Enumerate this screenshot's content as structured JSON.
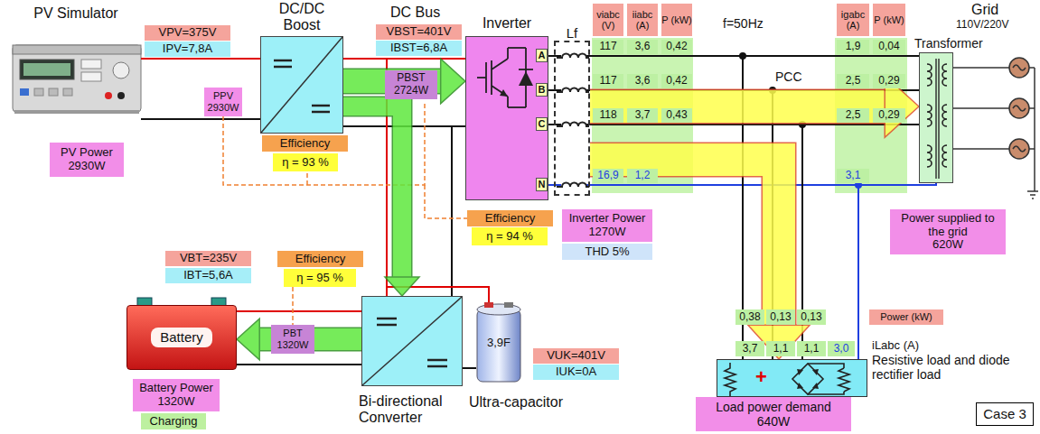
{
  "diagram": {
    "nodes": [
      {
        "text": [
          "PV Simulator"
        ]
      },
      {
        "text": [
          "VPV=375V"
        ]
      },
      {
        "text": [
          "IPV=7,8A"
        ]
      },
      {
        "text": [
          "PPV",
          "2930W"
        ]
      },
      {
        "text": [
          "PV Power",
          "2930W"
        ]
      },
      {
        "text": [
          "DC/DC Boost"
        ]
      },
      {
        "text": [
          "Efficiency"
        ]
      },
      {
        "text": [
          "η = 93 %"
        ]
      },
      {
        "text": [
          "VBST=401V"
        ]
      },
      {
        "text": [
          "IBST=6,8A"
        ]
      },
      {
        "text": [
          "PBST",
          "2724W"
        ]
      },
      {
        "text": [
          "Inverter"
        ]
      },
      {
        "text": [
          "A"
        ],
        "in": 11
      },
      {
        "text": [
          "B"
        ],
        "in": 11
      },
      {
        "text": [
          "C"
        ],
        "in": 11
      },
      {
        "text": [
          "N"
        ],
        "in": 11
      },
      {
        "text": [
          "Efficiency"
        ]
      },
      {
        "text": [
          "η = 94 %"
        ]
      },
      {
        "text": [
          "Inverter Power",
          "1270W"
        ]
      },
      {
        "text": [
          "THD 5%"
        ]
      },
      {
        "text": [
          "Lf"
        ]
      },
      {
        "text": [
          "Transformer"
        ]
      },
      {
        "text": [
          "Power supplied to the grid",
          "620W"
        ]
      },
      {
        "text": [
          "+",
          "Resistive load and diode rectifier load"
        ]
      },
      {
        "text": [
          "Load power demand",
          "640W"
        ]
      },
      {
        "text": [
          "Case 3"
        ]
      },
      {
        "text": [
          "VBT=235V"
        ]
      },
      {
        "text": [
          "IBT=5,6A"
        ]
      },
      {
        "text": [
          "Efficiency"
        ]
      },
      {
        "text": [
          "η = 95 %"
        ]
      },
      {
        "text": [
          "PBT",
          "1320W"
        ]
      },
      {
        "text": [
          "Battery"
        ]
      },
      {
        "text": [
          "Battery Power",
          "1320W"
        ]
      },
      {
        "text": [
          "Charging"
        ]
      },
      {
        "text": [
          "Bi-directional Converter"
        ]
      },
      {
        "text": [
          "3,9F",
          "Ultra-capacitor"
        ]
      },
      {
        "text": [
          "VUK=401V"
        ]
      },
      {
        "text": [
          "IUK=0A"
        ]
      }
    ],
    "edges": [
      {
        "from": 0,
        "to": 5,
        "arrow": "none"
      },
      {
        "from": 5,
        "to": 11,
        "arrow": "to"
      },
      {
        "from": 5,
        "to": 34,
        "arrow": "to"
      },
      {
        "from": 34,
        "to": 31,
        "arrow": "to"
      },
      {
        "from": 34,
        "to": 35,
        "arrow": "none"
      },
      {
        "from": 11,
        "to": 20,
        "arrow": "none"
      },
      {
        "from": 20,
        "to": 21,
        "arrow": "to"
      },
      {
        "from": 20,
        "to": 23,
        "arrow": "to"
      }
    ],
    "labels": [
      "DC Bus",
      "viabc (V)",
      "iiabc (A)",
      "P (kW)",
      "117",
      "3,6",
      "0,42",
      "117",
      "3,6",
      "0,42",
      "118",
      "3,7",
      "0,43",
      "16,9",
      "1,2",
      "f=50Hz",
      "PCC",
      "igabc (A)",
      "P (kW)",
      "1,9",
      "0,04",
      "2,5",
      "0,29",
      "2,5",
      "0,29",
      "3,1",
      "Grid",
      "110V/220V",
      "0,38",
      "0,13",
      "0,13",
      "Power (kW)",
      "3,7",
      "1,1",
      "1,1",
      "3,0",
      "iLabc (A)"
    ]
  }
}
